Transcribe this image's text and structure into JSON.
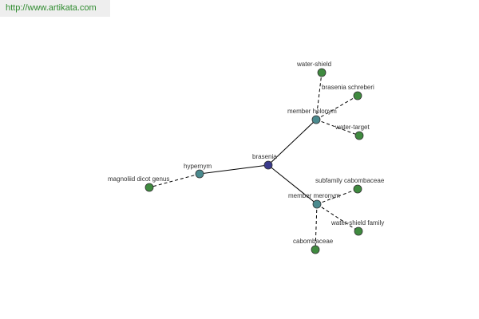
{
  "watermark": {
    "text": "http://www.artikata.com"
  },
  "graph": {
    "colors": {
      "center": "#3a3a8c",
      "relation": "#4a8a8e",
      "leaf": "#3f8a3f",
      "edge": "#000000"
    },
    "nodes": [
      {
        "id": "brasenia",
        "label": "brasenia",
        "kind": "center"
      },
      {
        "id": "hypernym",
        "label": "hypernym",
        "kind": "relation"
      },
      {
        "id": "member-holonym",
        "label": "member holonym",
        "kind": "relation"
      },
      {
        "id": "member-meronym",
        "label": "member meronym",
        "kind": "relation"
      },
      {
        "id": "magnoliid-dicot-genus",
        "label": "magnoliid dicot genus",
        "kind": "leaf"
      },
      {
        "id": "water-shield",
        "label": "water-shield",
        "kind": "leaf"
      },
      {
        "id": "brasenia-schreberi",
        "label": "brasenia schreberi",
        "kind": "leaf"
      },
      {
        "id": "water-target",
        "label": "water-target",
        "kind": "leaf"
      },
      {
        "id": "subfamily-cabombaceae",
        "label": "subfamily cabombaceae",
        "kind": "leaf"
      },
      {
        "id": "water-shield-family",
        "label": "water-shield family",
        "kind": "leaf"
      },
      {
        "id": "cabombaceae",
        "label": "cabombaceae",
        "kind": "leaf"
      }
    ],
    "edges": [
      {
        "from": "brasenia",
        "to": "hypernym",
        "style": "solid"
      },
      {
        "from": "brasenia",
        "to": "member-holonym",
        "style": "solid"
      },
      {
        "from": "brasenia",
        "to": "member-meronym",
        "style": "solid"
      },
      {
        "from": "hypernym",
        "to": "magnoliid-dicot-genus",
        "style": "dashed"
      },
      {
        "from": "member-holonym",
        "to": "water-shield",
        "style": "dashed"
      },
      {
        "from": "member-holonym",
        "to": "brasenia-schreberi",
        "style": "dashed"
      },
      {
        "from": "member-holonym",
        "to": "water-target",
        "style": "dashed"
      },
      {
        "from": "member-meronym",
        "to": "subfamily-cabombaceae",
        "style": "dashed"
      },
      {
        "from": "member-meronym",
        "to": "water-shield-family",
        "style": "dashed"
      },
      {
        "from": "member-meronym",
        "to": "cabombaceae",
        "style": "dashed"
      }
    ]
  }
}
